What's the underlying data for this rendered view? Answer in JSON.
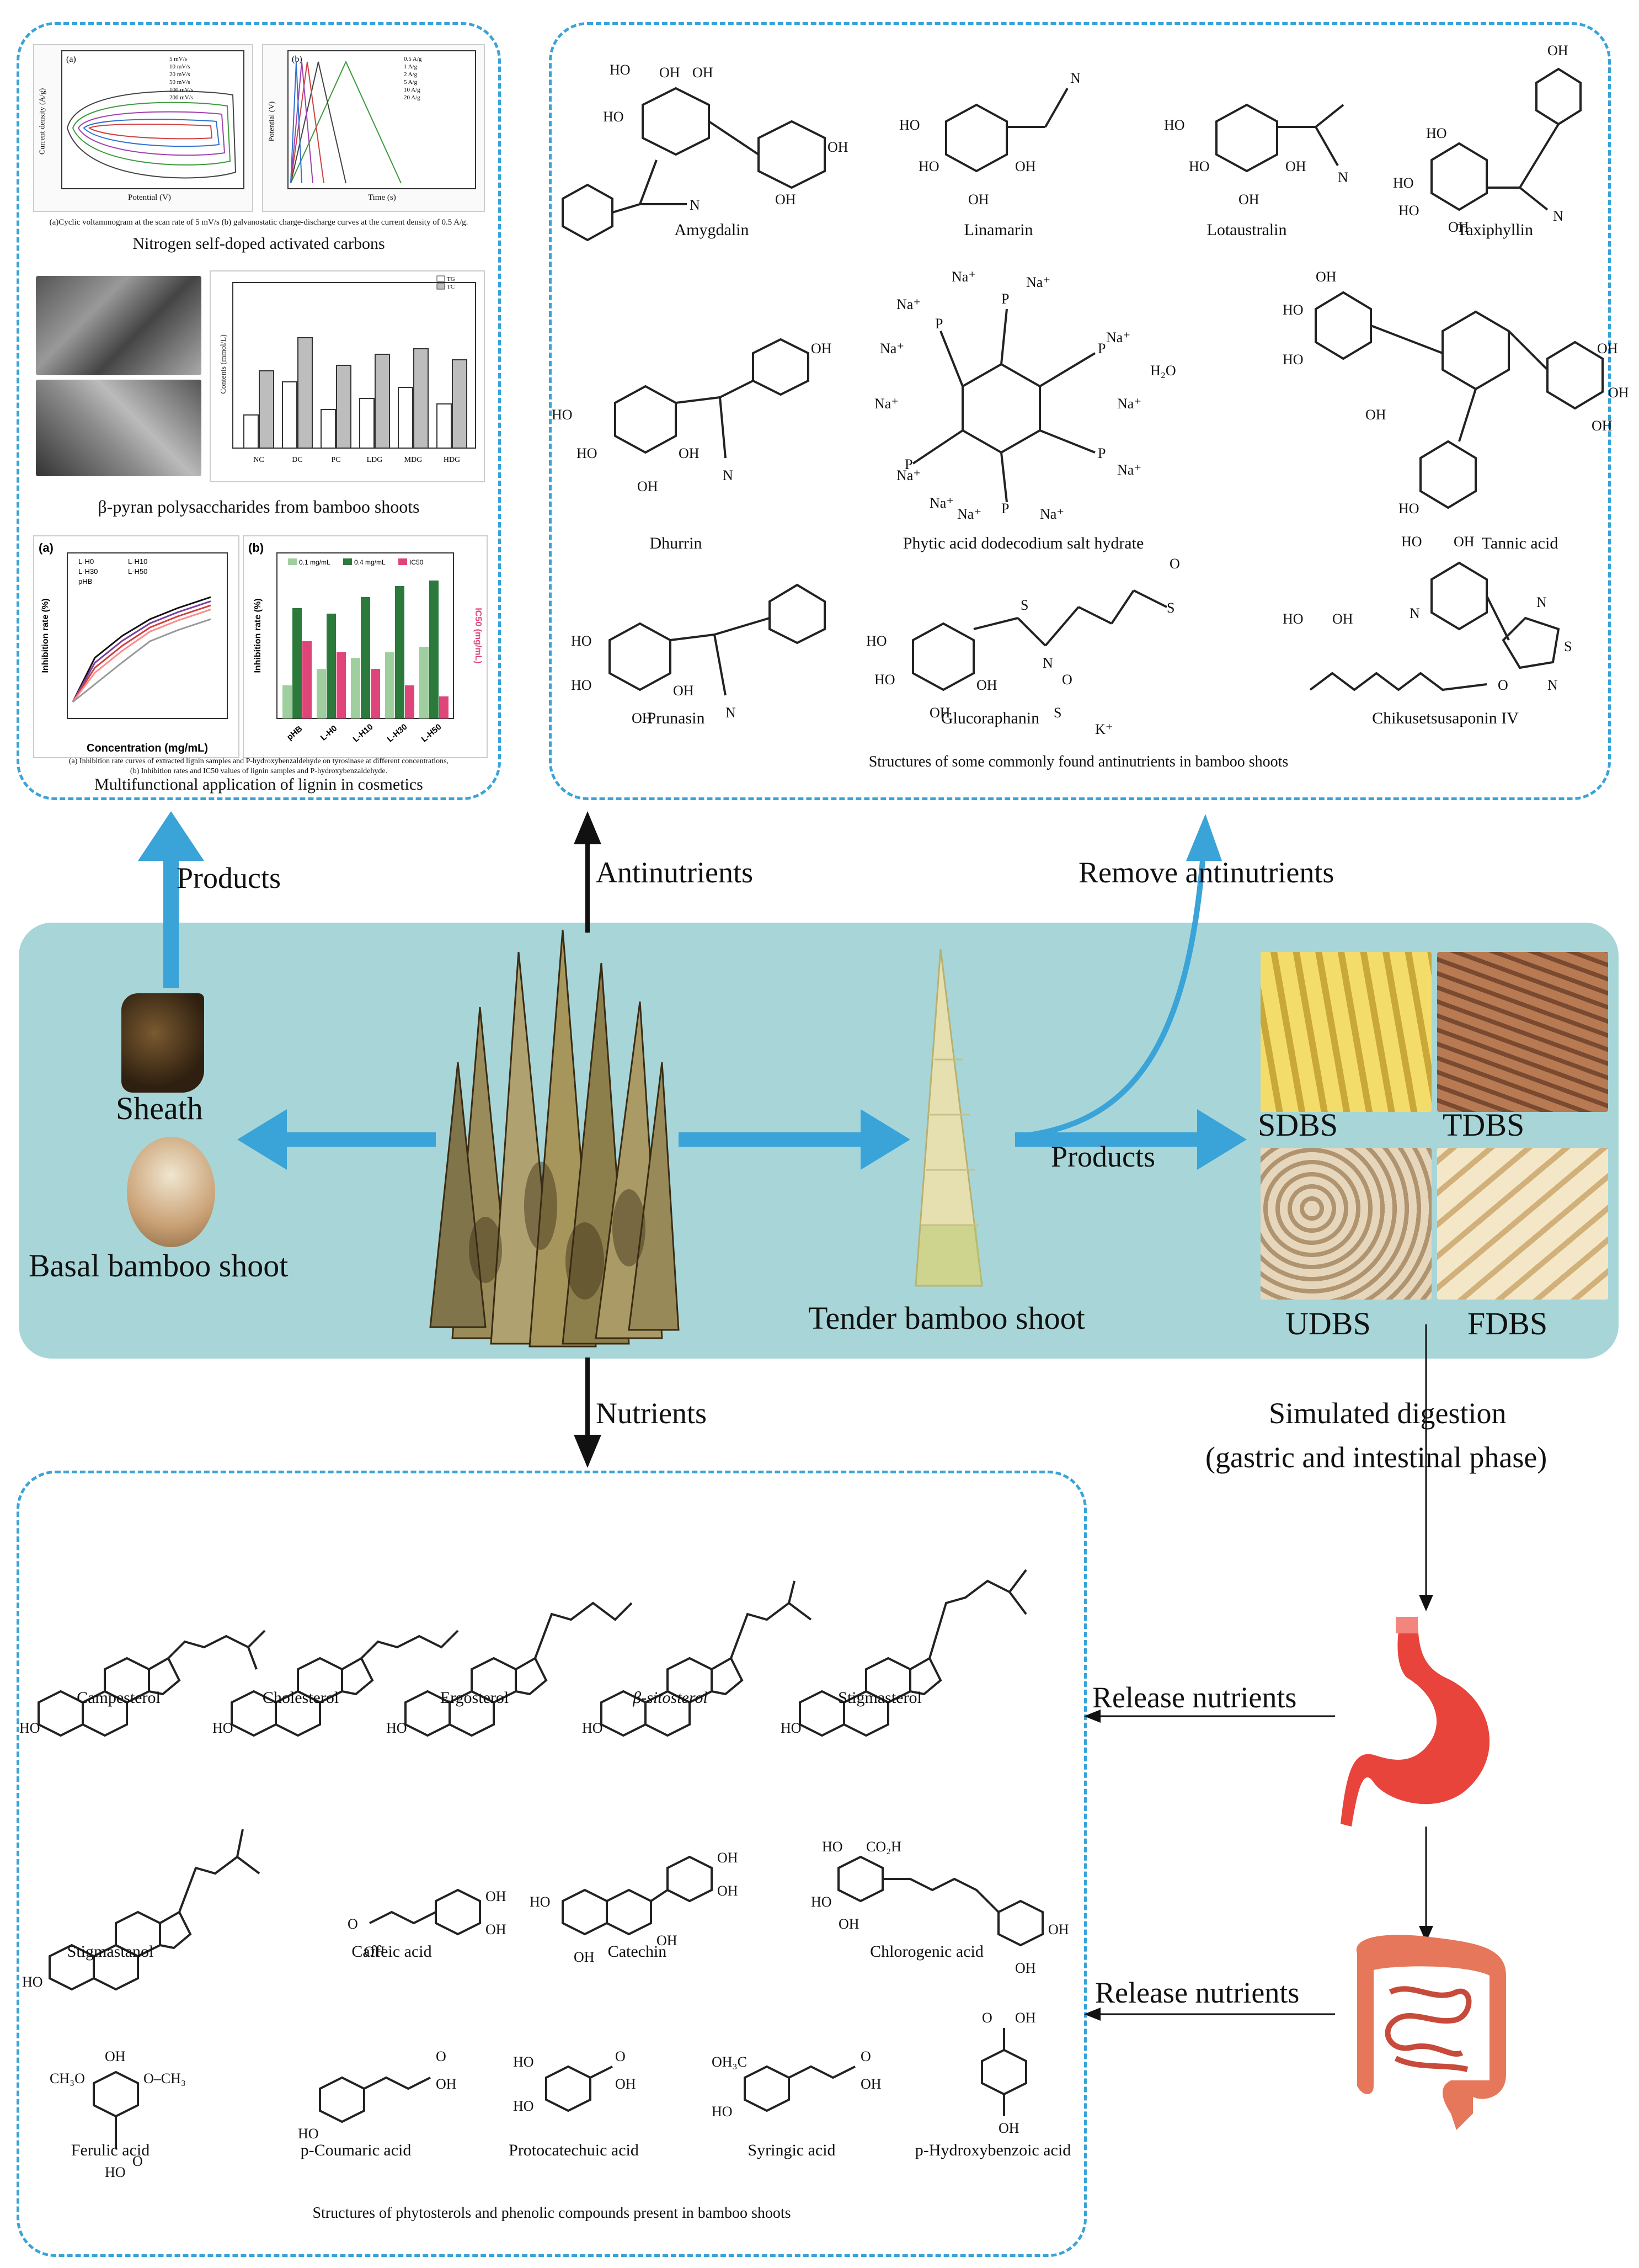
{
  "products_panel": {
    "nitrogen": {
      "caption": "(a)Cyclic voltammogram at the scan rate of 5 mV/s  (b) galvanostatic charge-discharge curves at the current density of 0.5 A/g.",
      "title": "Nitrogen self-doped activated carbons",
      "cv_xlabel": "Potential (V)",
      "cv_ylabel": "Current density (A/g)",
      "gcd_xlabel": "Time (s)",
      "gcd_ylabel": "Potential (V)"
    },
    "polysaccharide": {
      "title": "β-pyran polysaccharides from bamboo shoots",
      "bar_categories": [
        "NC",
        "DC",
        "PC",
        "LDG",
        "MDG",
        "HDG"
      ],
      "legend": [
        "TG",
        "TC"
      ],
      "ylabel": "Contents (mmol/L)"
    },
    "lignin": {
      "title": "Multifunctional application of lignin in cosmetics",
      "caption_1": "(a) Inhibition rate curves of extracted lignin samples and P-hydroxybenzaldehyde on tyrosinase at different concentrations,",
      "caption_2": "(b) Inhibition rates and IC50 values of lignin samples and P-hydroxybenzaldehyde.",
      "panel_a": {
        "tag": "(a)",
        "xlabel": "Concentration (mg/mL)",
        "ylabel": "Inhibition rate (%)",
        "legend": [
          "L-H0",
          "L-H10",
          "L-H30",
          "L-H50",
          "pHB"
        ]
      },
      "panel_b": {
        "tag": "(b)",
        "ylabel": "Inhibition rate (%)",
        "y2label": "IC50 (mg/mL)",
        "legend": [
          "0.1 mg/mL",
          "0.4 mg/mL",
          "IC50"
        ],
        "categories": [
          "pHB",
          "L-H0",
          "L-H10",
          "L-H30",
          "L-H50"
        ]
      }
    }
  },
  "antinutrients_panel": {
    "caption": "Structures of some commonly found antinutrients in bamboo shoots",
    "molecules": [
      "Amygdalin",
      "Linamarin",
      "Lotaustralin",
      "Taxiphyllin",
      "Dhurrin",
      "Phytic acid dodecodium salt hydrate",
      "Tannic acid",
      "Prunasin",
      "Glucoraphanin",
      "Chikusetsusaponin IV"
    ]
  },
  "nutrients_panel": {
    "caption": "Structures of phytosterols and phenolic compounds present in bamboo shoots",
    "molecules": [
      "Campesterol",
      "Cholesterol",
      "Ergosterol",
      "β-sitosterol",
      "Stigmasterol",
      "Stigmastanol",
      "Caffeic acid",
      "Catechin",
      "Chlorogenic acid",
      "Ferulic acid",
      "p-Coumaric acid",
      "Protocatechuic acid",
      "Syringic acid",
      "p-Hydroxybenzoic acid"
    ]
  },
  "flow": {
    "products_up": "Products",
    "antinutrients": "Antinutrients",
    "remove_antinutrients": "Remove antinutrients",
    "sheath": "Sheath",
    "basal": "Basal bamboo shoot",
    "tender": "Tender bamboo shoot",
    "products_right": "Products",
    "nutrients": "Nutrients",
    "digestion_1": "Simulated digestion",
    "digestion_2": "(gastric and intestinal phase)",
    "release_1": "Release nutrients",
    "release_2": "Release nutrients",
    "tiles": [
      "SDBS",
      "TDBS",
      "UDBS",
      "FDBS"
    ]
  },
  "colors": {
    "accent_blue": "#3aa3d8",
    "band": "#a8d6d8",
    "stomach": "#e8443c",
    "bar_green_light": "#9fcf9f",
    "bar_green_dark": "#2b7a3b",
    "bar_pink": "#e0457a"
  }
}
